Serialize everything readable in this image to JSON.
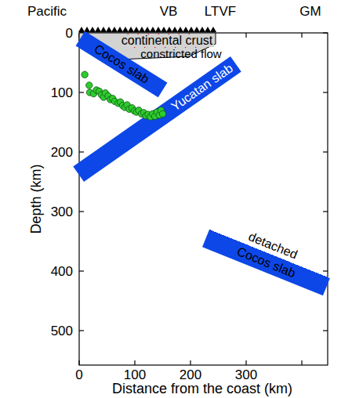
{
  "diagram": {
    "nodes": [
      {
        "text": [
          "continental crust",
          "constricted flow"
        ]
      },
      {
        "text": [
          "Cocos slab"
        ]
      },
      {
        "text": [
          "Yucatan slab"
        ]
      },
      {
        "text": [
          "detached Cocos slab"
        ]
      }
    ],
    "labels": [
      "Pacific",
      "VB",
      "LTVF",
      "GM",
      "0",
      "100",
      "200",
      "300",
      "400",
      "500",
      "Depth (km)",
      "0",
      "100",
      "200",
      "300",
      "Distance from the coast (km)"
    ]
  }
}
